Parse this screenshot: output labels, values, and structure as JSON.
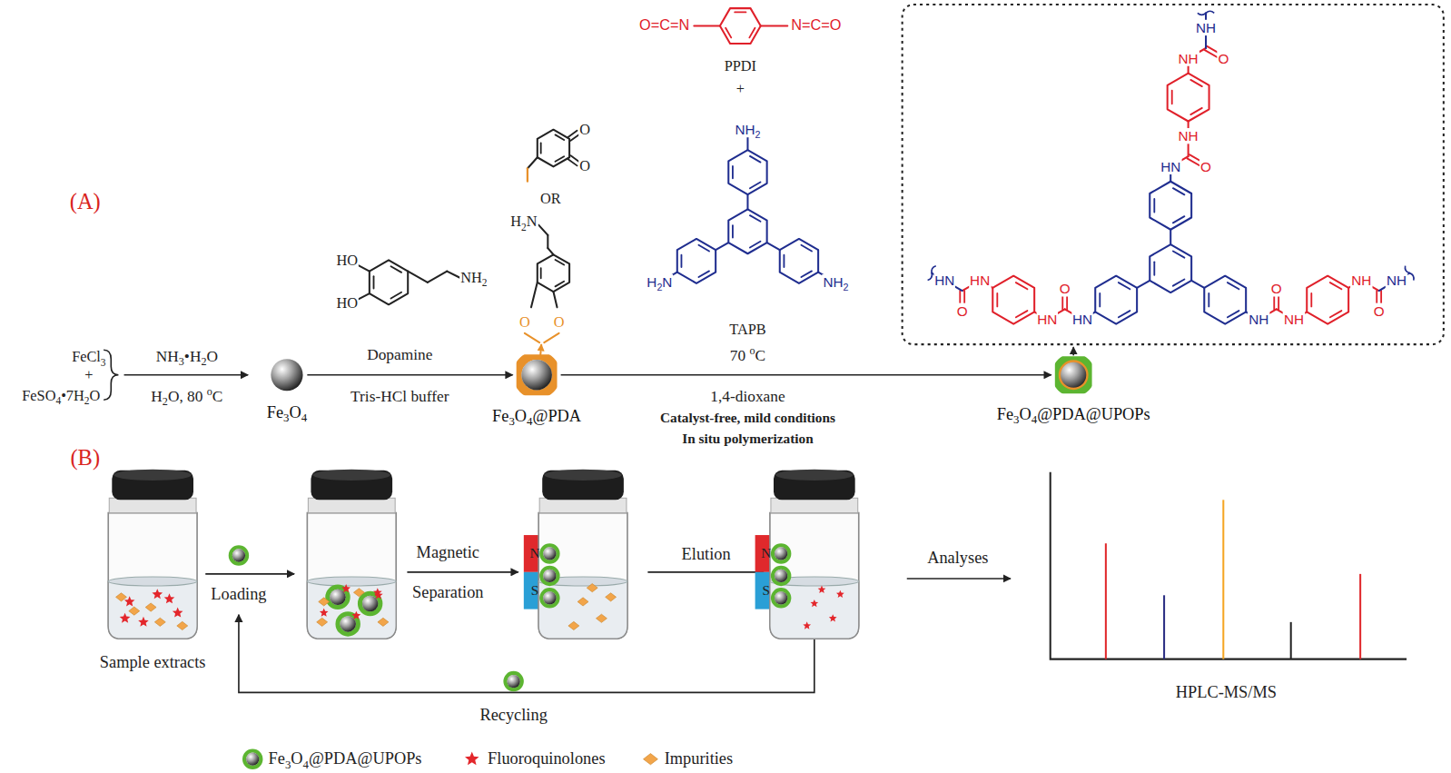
{
  "diagram": {
    "nodes": [
      {
        "text": [
          "Fe3O4"
        ]
      },
      {
        "text": [
          "Fe3O4@PDA"
        ]
      },
      {
        "text": [
          "Fe3O4@PDA@UPOPs"
        ]
      }
    ],
    "edges": [
      {
        "from": 0,
        "to": 1,
        "arrow": "to",
        "label": "Tris-HCl buffer"
      },
      {
        "from": 1,
        "to": 2,
        "arrow": "to",
        "label": "1,4-dioxane"
      }
    ],
    "labels": [
      "(A)",
      "FeCl3",
      "+",
      "FeSO4•7H2O",
      "NH3•H2O",
      "H2O, 80 oC",
      "HO",
      "HO",
      "NH2",
      "Dopamine",
      "O",
      "O",
      "OR",
      "H2N",
      "O",
      "O",
      "O=C=N",
      "N=C=O",
      "PPDI",
      "+",
      "NH2",
      "H2N",
      "NH2",
      "TAPB",
      "70 oC",
      "Catalyst-free, mild conditions",
      "In situ polymerization",
      "HN",
      "O",
      "NH",
      "NH",
      "O",
      "NH",
      "HN",
      "O",
      "HN",
      "HN",
      "O",
      "HN",
      "NH",
      "O",
      "NH",
      "NH",
      "O",
      "NH",
      "(B)",
      "Sample extracts",
      "Loading",
      "Magnetic",
      "Separation",
      "Elution",
      "N",
      "S",
      "N",
      "S",
      "Analyses",
      "Recycling",
      "HPLC-MS/MS"
    ],
    "legend": [
      {
        "text": "Fe3O4@PDA@UPOPs"
      },
      {
        "text": "Fluoroquinolones"
      },
      {
        "text": "Impurities"
      }
    ]
  }
}
